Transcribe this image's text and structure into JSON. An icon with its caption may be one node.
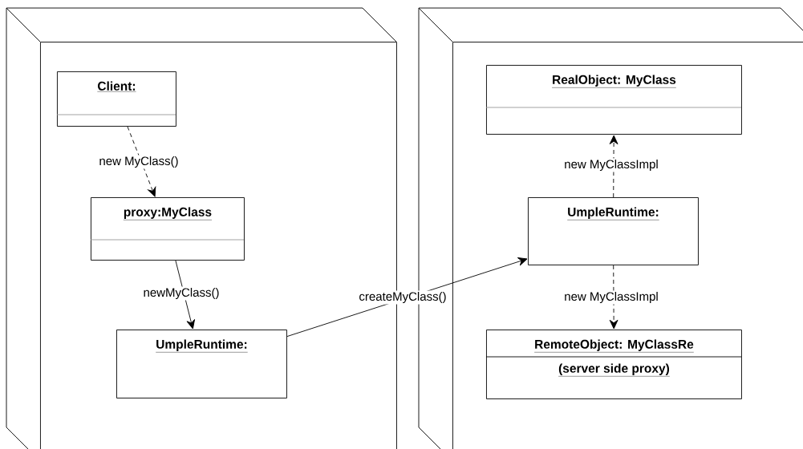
{
  "diagram": {
    "nodes": [
      {
        "text": [],
        "shape": "box"
      },
      {
        "text": [
          "Client:"
        ],
        "in": 0
      },
      {
        "text": [
          "proxy:MyClass"
        ],
        "in": 0
      },
      {
        "text": [
          "UmpleRuntime:"
        ],
        "in": 0
      },
      {
        "text": [],
        "shape": "box"
      },
      {
        "text": [
          "RealObject: MyClass"
        ],
        "in": 4
      },
      {
        "text": [
          "UmpleRuntime:"
        ],
        "in": 4
      },
      {
        "text": [
          "RemoteObject: MyClassRe",
          "(server side proxy)"
        ],
        "in": 4
      }
    ],
    "edges": [
      {
        "from": 1,
        "to": 2,
        "arrow": "to",
        "style": "dashed",
        "label": "new MyClass()"
      },
      {
        "from": 2,
        "to": 3,
        "arrow": "to",
        "label": "newMyClass()"
      },
      {
        "from": 3,
        "to": 6,
        "arrow": "to",
        "label": "createMyClass()"
      },
      {
        "from": 6,
        "to": 5,
        "arrow": "to",
        "style": "dashed",
        "label": "new MyClassImpl"
      },
      {
        "from": 6,
        "to": 7,
        "arrow": "to",
        "style": "dashed",
        "label": "new MyClassImpl"
      }
    ]
  }
}
